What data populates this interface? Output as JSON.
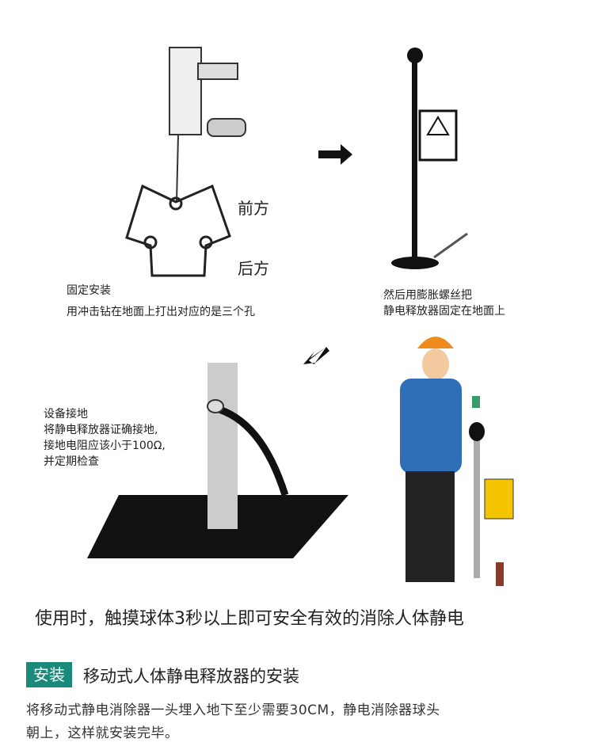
{
  "step1": {
    "front": "前方",
    "back": "后方",
    "title": "固定安装",
    "desc": "用冲击钻在地面上打出对应的是三个孔"
  },
  "step2": {
    "line1": "然后用膨胀螺丝把",
    "line2": "静电释放器固定在地面上"
  },
  "step3": {
    "title": "设备接地",
    "line1": "将静电释放器证确接地,",
    "line2": "接地电阻应该小于100Ω,",
    "line3": "并定期检查"
  },
  "usage": "使用时，触摸球体3秒以上即可安全有效的消除人体静电",
  "section": {
    "tag": "安装",
    "title": "移动式人体静电释放器的安装",
    "line1": "将移动式静电消除器一头埋入地下至少需要30CM，静电消除器球头",
    "line2": "朝上，这样就安装完毕。"
  },
  "colors": {
    "accent": "#1a8a7a"
  }
}
